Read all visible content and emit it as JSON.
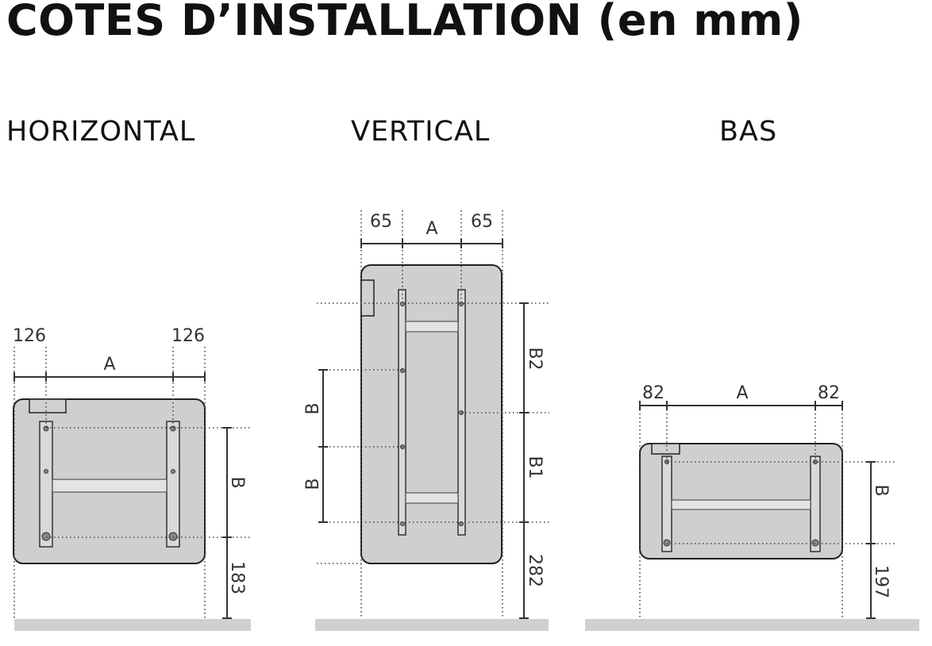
{
  "title": "COTES D’INSTALLATION (en mm)",
  "sections": {
    "horizontal": {
      "title": "HORIZONTAL",
      "dims": {
        "left_margin": "126",
        "right_margin": "126",
        "width": "A",
        "height": "B",
        "floor": "183"
      }
    },
    "vertical": {
      "title": "VERTICAL",
      "dims": {
        "left_margin": "65",
        "right_margin": "65",
        "width": "A",
        "b_upper": "B",
        "b_lower": "B",
        "b2": "B2",
        "b1": "B1",
        "floor": "282"
      }
    },
    "bas": {
      "title": "BAS",
      "dims": {
        "left_margin": "82",
        "right_margin": "82",
        "width": "A",
        "height": "B",
        "floor": "197"
      }
    }
  }
}
